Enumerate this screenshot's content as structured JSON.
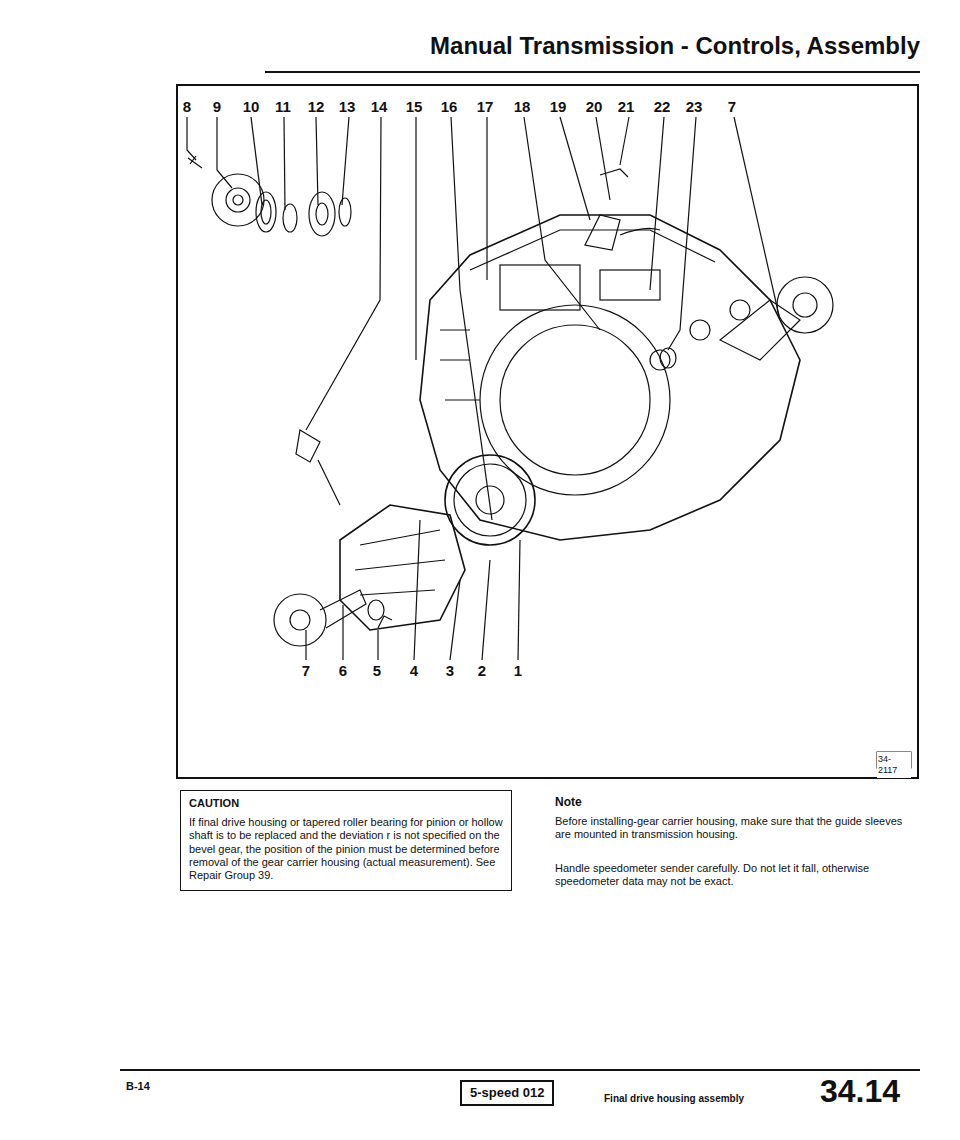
{
  "diagram": {
    "title": "Manual Transmission - Controls, Assembly",
    "nodes": [
      {
        "text": [
          "34-2117"
        ]
      },
      {
        "text": [
          "CAUTION",
          "If final drive housing or tapered roller bearing for pinion or hollow shaft is to be replaced and the deviation r is not specified on the bevel gear, the position of the pinion must be determined before removal of the gear carrier housing (actual measurement). See Repair Group 39."
        ]
      },
      {
        "text": [
          "5-speed 012"
        ]
      }
    ],
    "labels": [
      "8",
      "9",
      "10",
      "11",
      "12",
      "13",
      "14",
      "15",
      "16",
      "17",
      "18",
      "19",
      "20",
      "21",
      "22",
      "23",
      "7",
      "7",
      "6",
      "5",
      "4",
      "3",
      "2",
      "1",
      "Note",
      "Before installing-gear carrier housing, make sure that the guide sleeves are mounted in transmission housing.",
      "Handle speedometer sender carefully. Do not let it fall, otherwise speedometer data may not be exact.",
      "B-14",
      "Final drive housing assembly",
      "34.14"
    ]
  }
}
